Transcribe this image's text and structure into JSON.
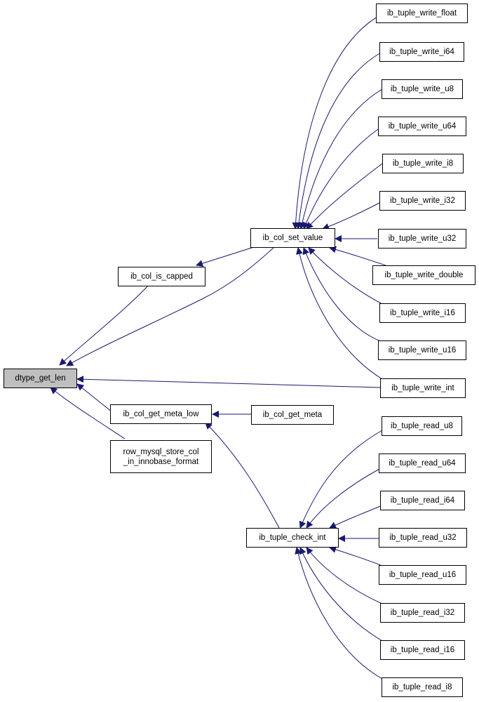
{
  "colors": {
    "edge": "#191970",
    "root_fill": "#bfbfbf",
    "node_border": "#000000"
  },
  "nodes": {
    "root": "dtype_get_len",
    "capped": "ib_col_is_capped",
    "set_value": "ib_col_set_value",
    "get_meta_low": "ib_col_get_meta_low",
    "get_meta": "ib_col_get_meta",
    "row_mysql_l1": "row_mysql_store_col",
    "row_mysql_l2": "_in_innobase_format",
    "check_int": "ib_tuple_check_int",
    "w_float": "ib_tuple_write_float",
    "w_i64": "ib_tuple_write_i64",
    "w_u8": "ib_tuple_write_u8",
    "w_u64": "ib_tuple_write_u64",
    "w_i8": "ib_tuple_write_i8",
    "w_i32": "ib_tuple_write_i32",
    "w_u32": "ib_tuple_write_u32",
    "w_double": "ib_tuple_write_double",
    "w_i16": "ib_tuple_write_i16",
    "w_u16": "ib_tuple_write_u16",
    "w_int": "ib_tuple_write_int",
    "r_u8": "ib_tuple_read_u8",
    "r_u64": "ib_tuple_read_u64",
    "r_i64": "ib_tuple_read_i64",
    "r_u32": "ib_tuple_read_u32",
    "r_u16": "ib_tuple_read_u16",
    "r_i32": "ib_tuple_read_i32",
    "r_i16": "ib_tuple_read_i16",
    "r_i8": "ib_tuple_read_i8"
  }
}
